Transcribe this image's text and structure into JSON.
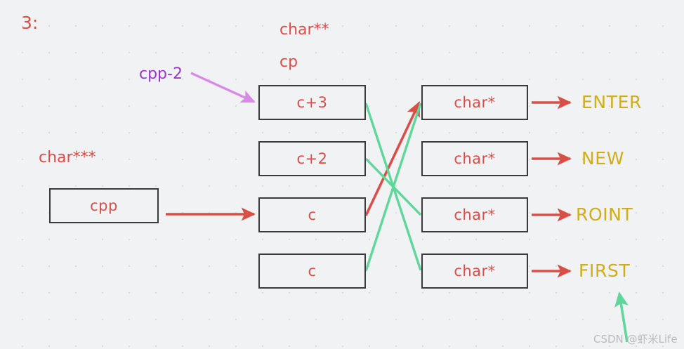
{
  "diagram": {
    "title": "3:",
    "background_color": "#f1f2f4",
    "colors": {
      "red": "#d94f48",
      "gold": "#cfae1a",
      "purple_text": "#9b35cc",
      "purple_arrow": "#d98ae8",
      "green": "#5fd69a",
      "box_border": "#3a3a3c",
      "grid_dot": "#dcdde0"
    },
    "labels": {
      "char_triple_star": "char***",
      "char_double_star": "char**",
      "cp": "cp",
      "cpp_minus_2": "cpp-2"
    },
    "pointer_box": {
      "value": "cpp"
    },
    "cp_array": {
      "type_label": "char**",
      "name_label": "cp",
      "cells": [
        {
          "value": "c+3"
        },
        {
          "value": "c+2"
        },
        {
          "value": "c"
        },
        {
          "value": "c"
        }
      ]
    },
    "string_array": {
      "cells": [
        {
          "value": "char*",
          "target": "ENTER"
        },
        {
          "value": "char*",
          "target": "NEW"
        },
        {
          "value": "char*",
          "target": "ROINT"
        },
        {
          "value": "char*",
          "target": "FIRST"
        }
      ]
    },
    "targets": [
      "ENTER",
      "NEW",
      "ROINT",
      "FIRST"
    ],
    "watermark": "CSDN @虾米Life"
  }
}
